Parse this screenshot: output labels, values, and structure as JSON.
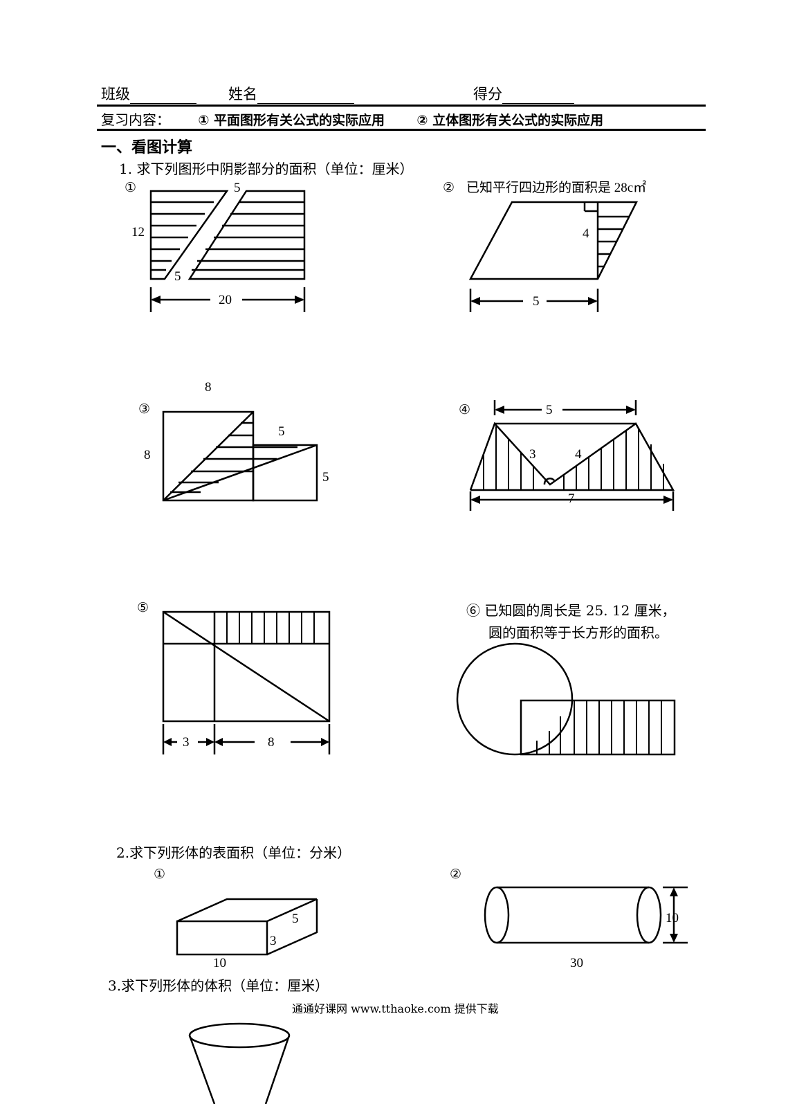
{
  "header": {
    "class_label": "班级",
    "name_label": "姓名",
    "score_label": "得分"
  },
  "review": {
    "label": "复习内容：",
    "item1": "① 平面图形有关公式的实际应用",
    "item2": "② 立体图形有关公式的实际应用"
  },
  "section1": {
    "title": "一、看图计算",
    "q1": "1. 求下列图形中阴影部分的面积（单位：厘米）",
    "q2": "2.求下列形体的表面积（单位：分米）",
    "q3": "3.求下列形体的体积（单位：厘米）"
  },
  "figures": {
    "f1": {
      "marker": "①",
      "top": "5",
      "left": "12",
      "bottom": "5",
      "width": "20"
    },
    "f2": {
      "marker": "②",
      "note": "已知平行四边形的面积是 28c㎡",
      "height": "4",
      "base": "5"
    },
    "f3": {
      "marker": "③",
      "top": "8",
      "left": "8",
      "mid": "5",
      "right": "5"
    },
    "f4": {
      "marker": "④",
      "top": "5",
      "a": "3",
      "b": "4",
      "base": "7"
    },
    "f5": {
      "marker": "⑤",
      "left_len": "3",
      "right_len": "8"
    },
    "f6": {
      "marker": "⑥",
      "note1": "已知圆的周长是 25. 12 厘米，",
      "note2": "圆的面积等于长方形的面积。"
    },
    "s1": {
      "marker": "①",
      "length": "10",
      "width": "5",
      "height": "3"
    },
    "s2": {
      "marker": "②",
      "diameter": "10",
      "length": "30"
    }
  },
  "footer": "通通好课网  www.tthaoke.com  提供下载"
}
